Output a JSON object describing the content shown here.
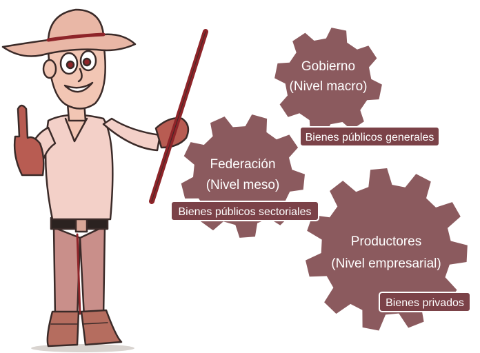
{
  "colors": {
    "gear": "#8b5a5e",
    "tag": "#7b4248",
    "tag_border": "#ffffff",
    "text": "#ffffff",
    "skin": "#f2c6b4",
    "shirt": "#f3d0c8",
    "hat": "#e9b7a6",
    "gloves": "#b85c52",
    "pants": "#c98f8a",
    "boots": "#b56d5f",
    "stick": "#8e2429",
    "outline": "#3a2a28"
  },
  "gears": [
    {
      "id": "gobierno",
      "line1": "Gobierno",
      "line2": "(Nivel macro)",
      "tag": "Bienes públicos generales"
    },
    {
      "id": "federacion",
      "line1": "Federación",
      "line2": "(Nivel meso)",
      "tag": "Bienes públicos sectoriales"
    },
    {
      "id": "productores",
      "line1": "Productores",
      "line2": "(Nivel empresarial)",
      "tag": "Bienes privados"
    }
  ]
}
